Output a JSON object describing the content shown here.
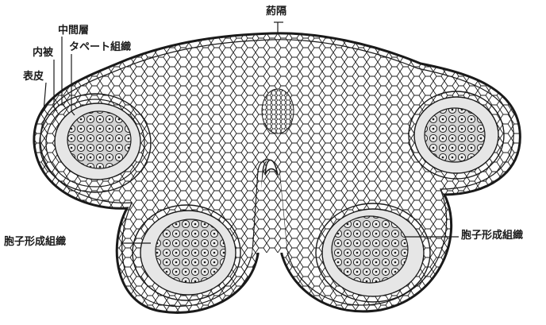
{
  "labels": {
    "connective": "葯隔",
    "middle_layer": "中間層",
    "endothecium": "内被",
    "tapetum": "タペート組織",
    "epidermis": "表皮",
    "sporogenous_left": "胞子形成組織",
    "sporogenous_right": "胞子形成組織"
  },
  "colors": {
    "ink": "#1a1a1a",
    "tissue": "#ffffff",
    "sporogenous": "#d4d4d4",
    "tapetum": "#e6e6e6"
  }
}
